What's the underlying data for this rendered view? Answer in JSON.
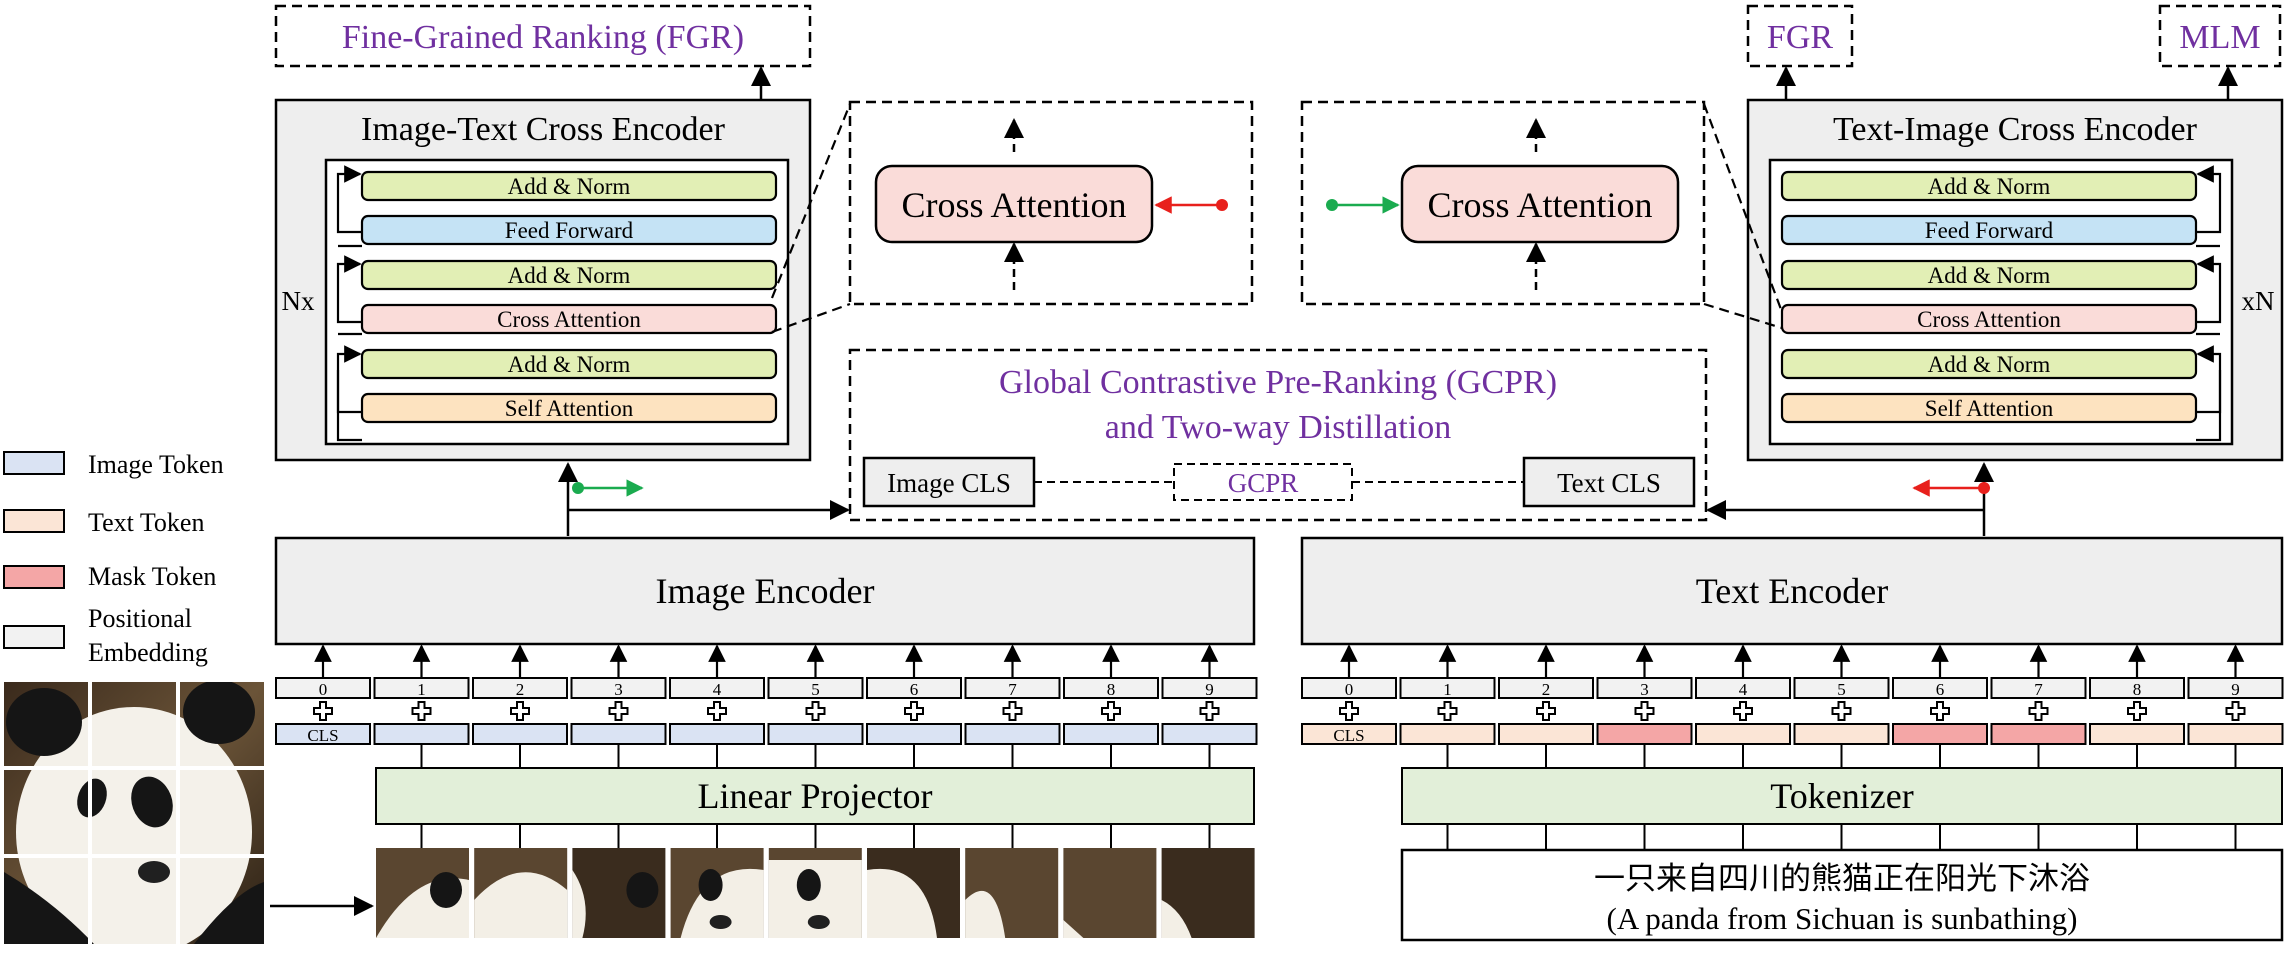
{
  "top_labels": {
    "fgr_left": "Fine-Grained Ranking (FGR)",
    "fgr_right": "FGR",
    "mlm": "MLM"
  },
  "left_encoder": {
    "title": "Image-Text Cross Encoder",
    "repeat": "Nx",
    "layers": [
      "Add & Norm",
      "Feed  Forward",
      "Add & Norm",
      "Cross  Attention",
      "Add & Norm",
      "Self  Attention"
    ]
  },
  "right_encoder": {
    "title": "Text-Image Cross Encoder",
    "repeat": "xN",
    "layers": [
      "Add & Norm",
      "Feed  Forward",
      "Add & Norm",
      "Cross  Attention",
      "Add & Norm",
      "Self  Attention"
    ]
  },
  "zoom": {
    "left_label": "Cross Attention",
    "right_label": "Cross Attention"
  },
  "gcpr": {
    "title_line1": "Global Contrastive Pre-Ranking (GCPR)",
    "title_line2": "and Two-way Distillation",
    "image_cls": "Image CLS",
    "center": "GCPR",
    "text_cls": "Text CLS"
  },
  "legend": [
    {
      "label": "Image Token",
      "color": "#dae3f3"
    },
    {
      "label": "Text Token",
      "color": "#fbe5d6"
    },
    {
      "label": "Mask Token",
      "color": "#f4a6a6"
    },
    {
      "label": "Positional",
      "color": "#f2f2f2"
    },
    {
      "label": "Embedding",
      "color": ""
    }
  ],
  "image_encoder": "Image Encoder",
  "text_encoder": "Text Encoder",
  "linear_projector": "Linear Projector",
  "tokenizer": "Tokenizer",
  "positions": [
    "0",
    "1",
    "2",
    "3",
    "4",
    "5",
    "6",
    "7",
    "8",
    "9"
  ],
  "cls_label": "CLS",
  "text_input": {
    "chinese": "一只来自四川的熊猫正在阳光下沐浴",
    "english": "(A panda from Sichuan is sunbathing)"
  },
  "token_types_text": [
    "cls",
    "text",
    "text",
    "mask",
    "text",
    "text",
    "mask",
    "mask",
    "text",
    "text"
  ],
  "colors": {
    "purple": "#7030a0",
    "add_norm": "#e2efb5",
    "feed_forward": "#c5e3f5",
    "cross_attention": "#fadcd9",
    "self_attention": "#fde3c0",
    "encoder_bg": "#eeeeee",
    "projector": "#e2efd9",
    "green_arrow": "#1aab4f",
    "red_arrow": "#e8201c"
  }
}
